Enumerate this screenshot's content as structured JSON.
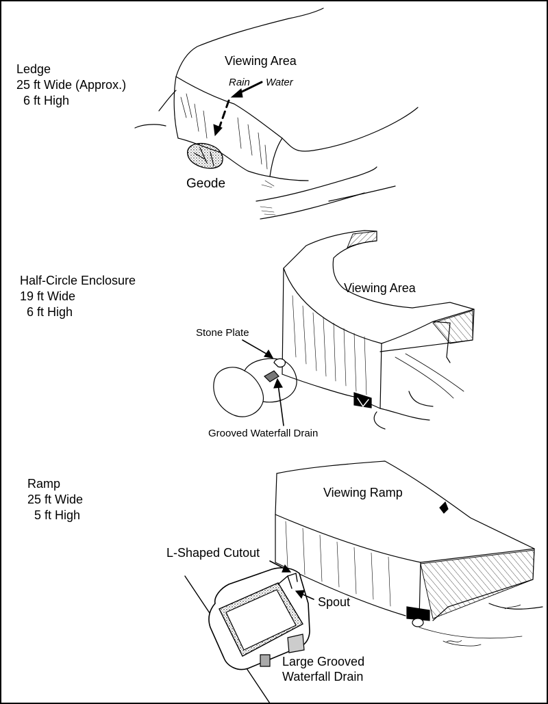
{
  "sections": [
    {
      "name": "Ledge",
      "width": "25 ft Wide (Approx.)",
      "height": "6 ft High",
      "labels": {
        "viewing": "Viewing Area",
        "rain": "Rain",
        "water": "Water",
        "geode": "Geode"
      }
    },
    {
      "name": "Half-Circle Enclosure",
      "width": "19 ft Wide",
      "height": "6 ft High",
      "labels": {
        "viewing": "Viewing Area",
        "stone_plate": "Stone Plate",
        "drain": "Grooved Waterfall Drain"
      }
    },
    {
      "name": "Ramp",
      "width": "25 ft Wide",
      "height": "5 ft High",
      "labels": {
        "viewing": "Viewing Ramp",
        "cutout": "L-Shaped Cutout",
        "spout": "Spout",
        "drain_line1": "Large Grooved",
        "drain_line2": "Waterfall Drain"
      }
    }
  ]
}
